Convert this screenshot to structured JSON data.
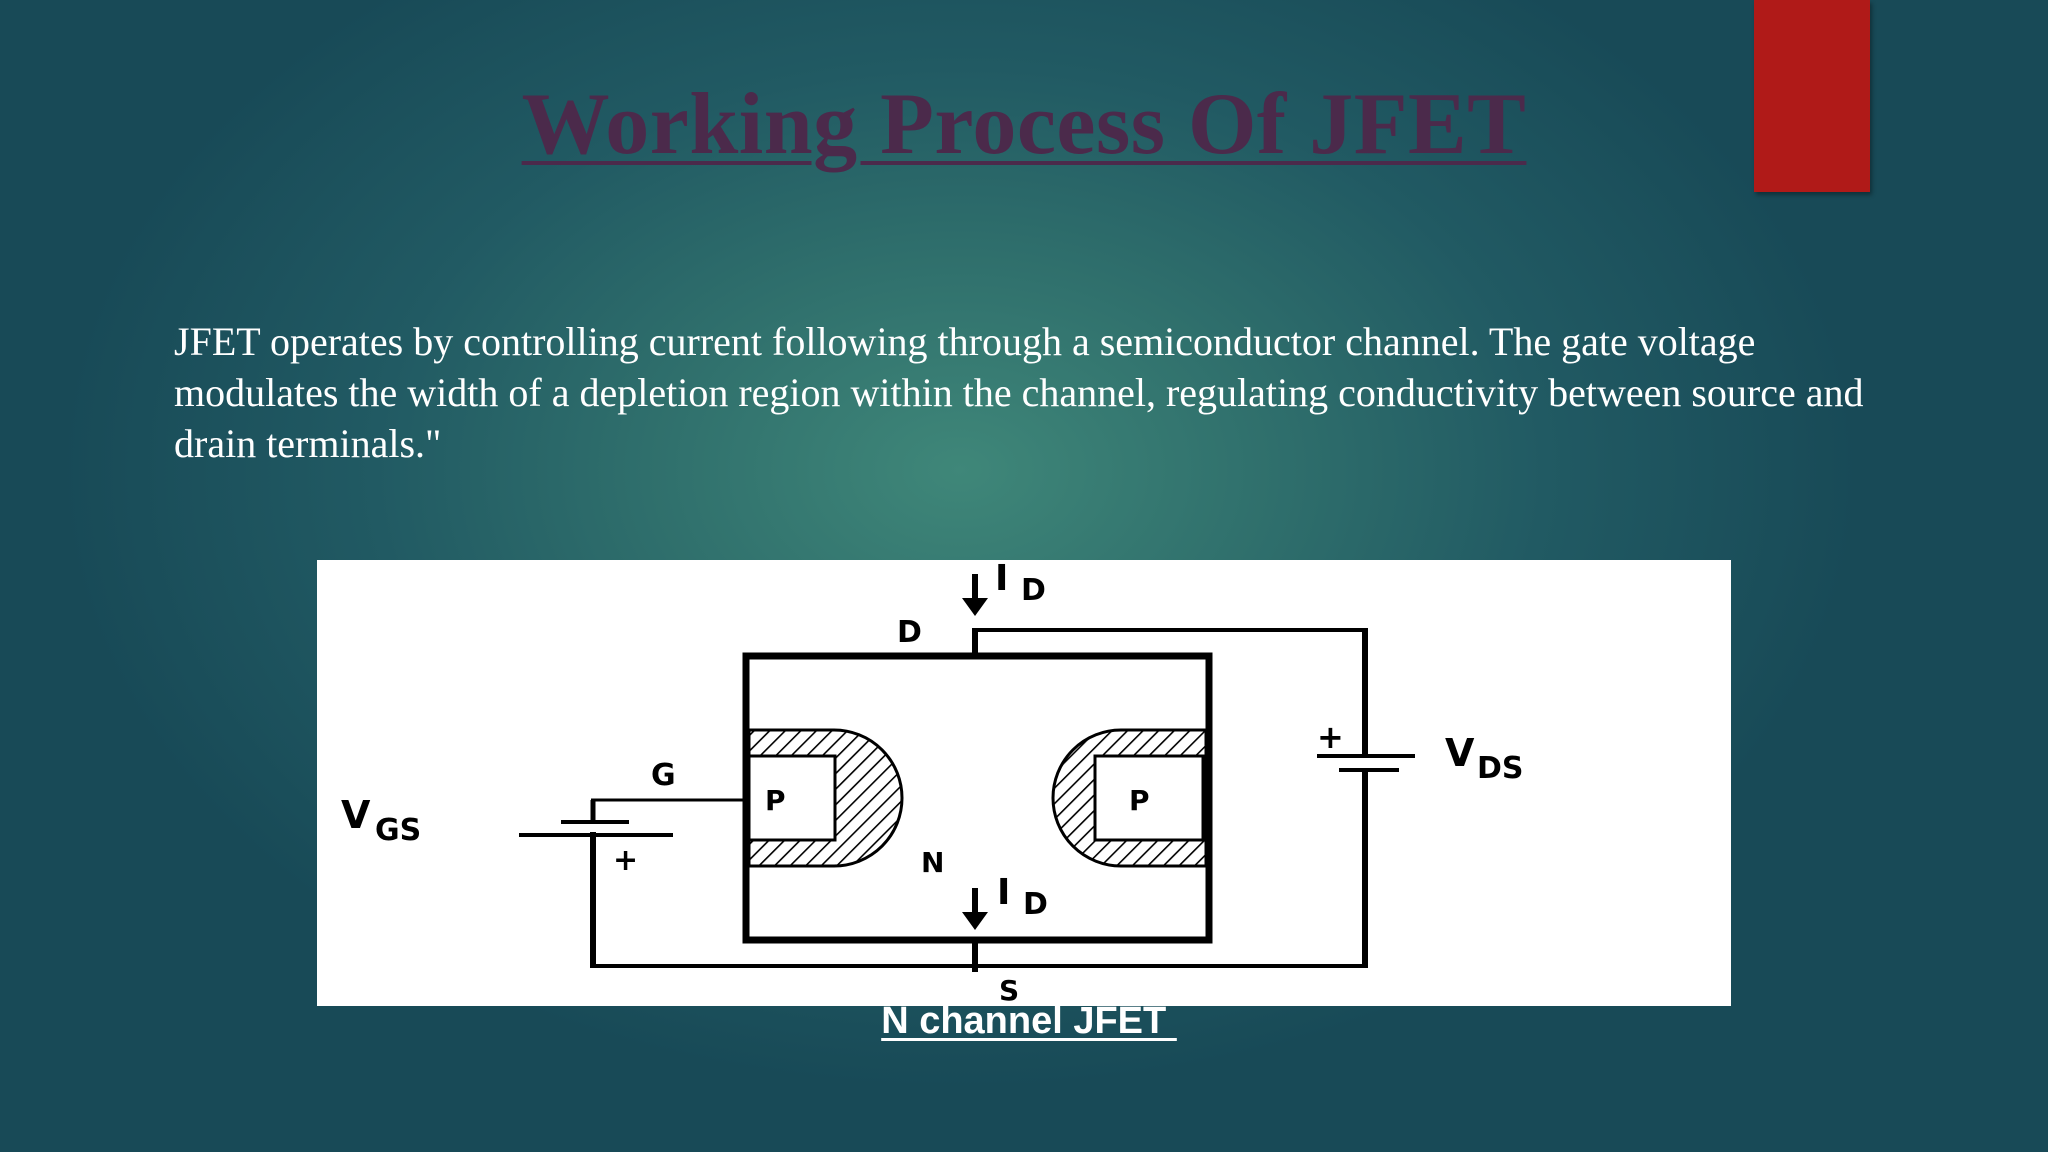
{
  "slide": {
    "title": "Working Process Of  JFET",
    "body": "JFET operates by controlling current following  through a semiconductor channel. The gate voltage modulates the width of a depletion region within the channel, regulating conductivity between source and drain terminals.\"",
    "caption": "N channel JFET ",
    "accent_color": "#b01a18",
    "title_color": "#4b2a4b"
  },
  "diagram": {
    "labels": {
      "id_top_main": "I",
      "id_top_sub": "D",
      "drain": "D",
      "gate": "G",
      "vgs_main": "V",
      "vgs_sub": "GS",
      "vgs_plus": "+",
      "p_left": "P",
      "p_right": "P",
      "n_channel": "N",
      "id_bottom_main": "I",
      "id_bottom_sub": "D",
      "vds_plus": "+",
      "vds_main": "V",
      "vds_sub": "DS",
      "source": "S"
    }
  }
}
